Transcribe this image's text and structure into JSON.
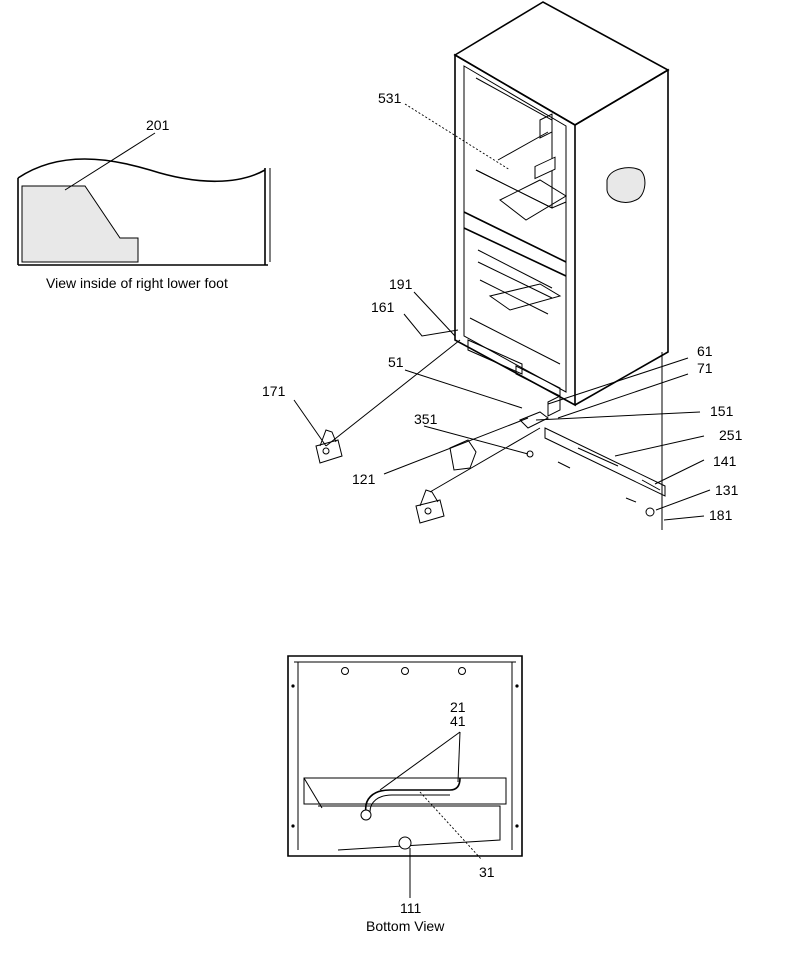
{
  "labels": {
    "p201": "201",
    "p531": "531",
    "p191": "191",
    "p161": "161",
    "p51": "51",
    "p61": "61",
    "p71": "71",
    "p171": "171",
    "p151": "151",
    "p351": "351",
    "p251": "251",
    "p121": "121",
    "p141": "141",
    "p131": "131",
    "p181": "181",
    "p21": "21",
    "p41": "41",
    "p31": "31",
    "p111": "111"
  },
  "captions": {
    "inset": "View inside of right lower foot",
    "bottom": "Bottom View"
  }
}
